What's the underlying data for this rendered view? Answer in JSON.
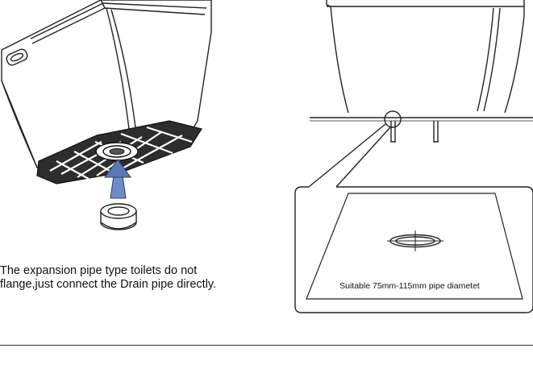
{
  "note": {
    "line1": "The expansion pipe type toilets do not",
    "line2": "flange,just connect the Drain pipe directly."
  },
  "callout": {
    "label": "Suitable 75mm-115mm pipe diametet"
  },
  "colors": {
    "arrow": "#5b79b4",
    "line": "#222222",
    "base_fill": "#3a3a3a"
  }
}
